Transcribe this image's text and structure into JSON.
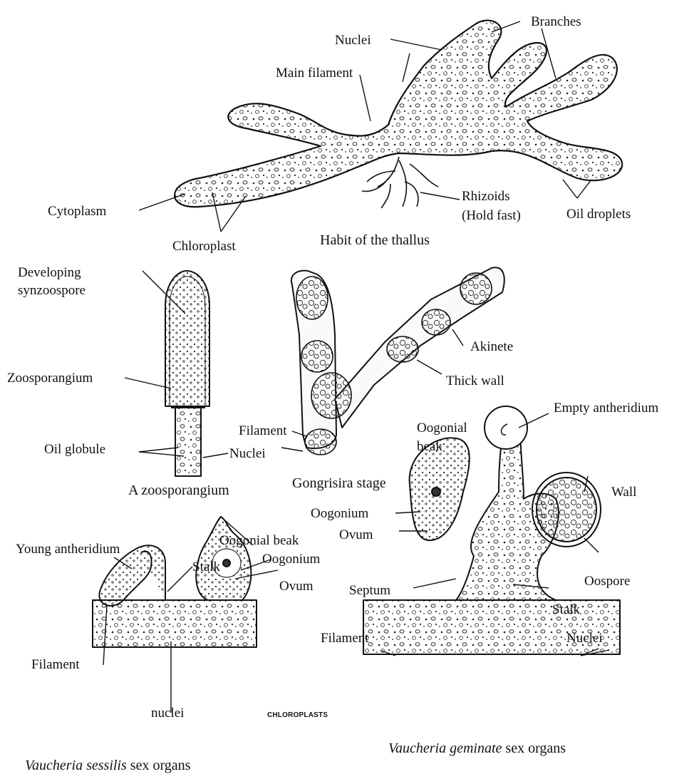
{
  "colors": {
    "ink": "#111111",
    "cell_fill": "#f4f4f0",
    "background": "#ffffff"
  },
  "thallus": {
    "labels": {
      "nuclei": "Nuclei",
      "branches": "Branches",
      "main_filament": "Main filament",
      "cytoplasm": "Cytoplasm",
      "chloroplast": "Chloroplast",
      "rhizoids_line1": "Rhizoids",
      "rhizoids_line2": "(Hold fast)",
      "oil_droplets": "Oil droplets"
    },
    "caption": "Habit of the thallus"
  },
  "zoosporangium": {
    "labels": {
      "developing_line1": "Developing",
      "developing_line2": "synzoospore",
      "zoosporangium": "Zoosporangium",
      "oil_globule": "Oil globule",
      "nuclei": "Nuclei"
    },
    "caption": "A zoosporangium"
  },
  "gongrosira": {
    "labels": {
      "akinete": "Akinete",
      "thick_wall": "Thick wall",
      "filament": "Filament"
    },
    "caption": "Gongrisira stage"
  },
  "sessilis": {
    "labels": {
      "young_antheridium": "Young antheridium",
      "stalk": "Stalk",
      "oogonial_beak": "Oogonial beak",
      "oogonium": "Oogonium",
      "ovum": "Ovum",
      "filament": "Filament",
      "nuclei": "nuclei"
    },
    "caption_italic": "Vaucheria sessilis",
    "caption_rest": " sex organs"
  },
  "chloroplasts_label": "CHLOROPLASTS",
  "geminate": {
    "labels": {
      "empty_antheridium": "Empty antheridium",
      "oogonial_line1": "Oogonial",
      "oogonial_line2": "beak",
      "wall": "Wall",
      "oogonium": "Oogonium",
      "ovum": "Ovum",
      "septum": "Septum",
      "oospore": "Oospore",
      "stalk": "Stalk",
      "filament": "Filament",
      "nuclei": "Nuclei"
    },
    "caption_italic": "Vaucheria geminate",
    "caption_rest": " sex organs"
  }
}
